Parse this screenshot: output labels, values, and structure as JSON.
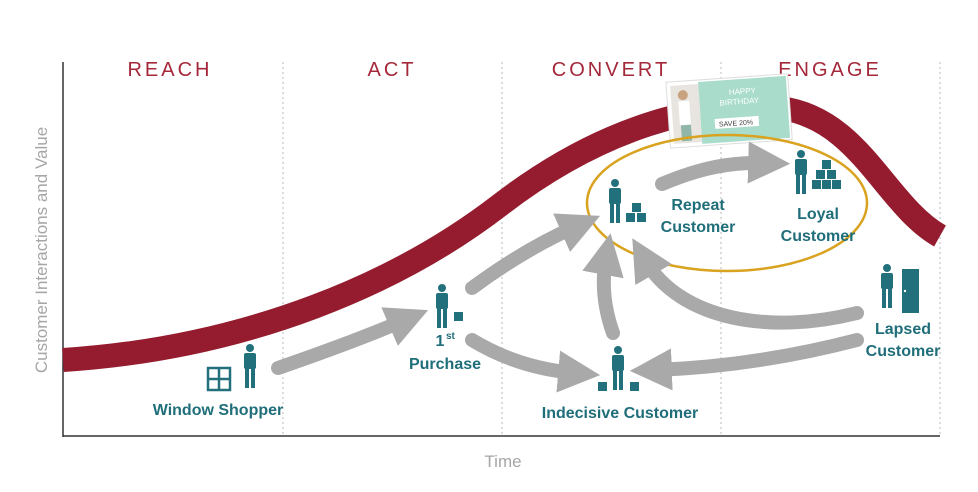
{
  "stages": [
    "REACH",
    "ACT",
    "CONVERT",
    "ENGAGE"
  ],
  "axes": {
    "y_label": "Customer Interactions and Value",
    "x_label": "Time"
  },
  "customers": {
    "window_shopper": "Window Shopper",
    "first_purchase": {
      "number": "1",
      "suffix": "st",
      "word": "Purchase"
    },
    "repeat": [
      "Repeat",
      "Customer"
    ],
    "loyal": [
      "Loyal",
      "Customer"
    ],
    "lapsed": [
      "Lapsed",
      "Customer"
    ],
    "indecisive": "Indecisive Customer"
  },
  "coupon": {
    "line1": "HAPPY",
    "line2": "BIRTHDAY",
    "offer": "SAVE 20%"
  },
  "colors": {
    "curve": "#951c2f",
    "stage": "#a4283a",
    "teal": "#22707c",
    "arrow": "#a9a9a9",
    "ellipse": "#d9a21f"
  }
}
